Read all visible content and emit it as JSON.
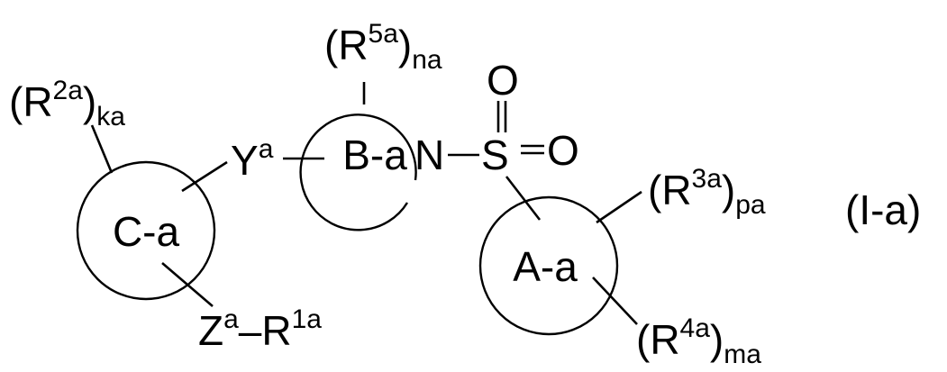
{
  "rings": {
    "ring_c": "C-a",
    "ring_b": "B-a",
    "ring_a": "A-a"
  },
  "atoms": {
    "nitrogen": "N",
    "sulfur": "S",
    "oxygen_top": "O",
    "oxygen_right": "O"
  },
  "linkers": {
    "y": {
      "main": "Y",
      "sup": "a"
    },
    "z_r1": {
      "main1": "Z",
      "sup1": "a",
      "dash": "–",
      "main2": "R",
      "sup2": "1a"
    }
  },
  "substituents": {
    "r2a": {
      "open": "(R",
      "sup": "2a",
      "close": ")",
      "sub": "ka"
    },
    "r5a": {
      "open": "(R",
      "sup": "5a",
      "close": ")",
      "sub": "na"
    },
    "r3a": {
      "open": "(R",
      "sup": "3a",
      "close": ")",
      "sub": "pa"
    },
    "r4a": {
      "open": "(R",
      "sup": "4a",
      "close": ")",
      "sub": "ma"
    }
  },
  "formula_label": "(I-a)",
  "colors": {
    "ink": "#000000",
    "background": "#ffffff"
  }
}
